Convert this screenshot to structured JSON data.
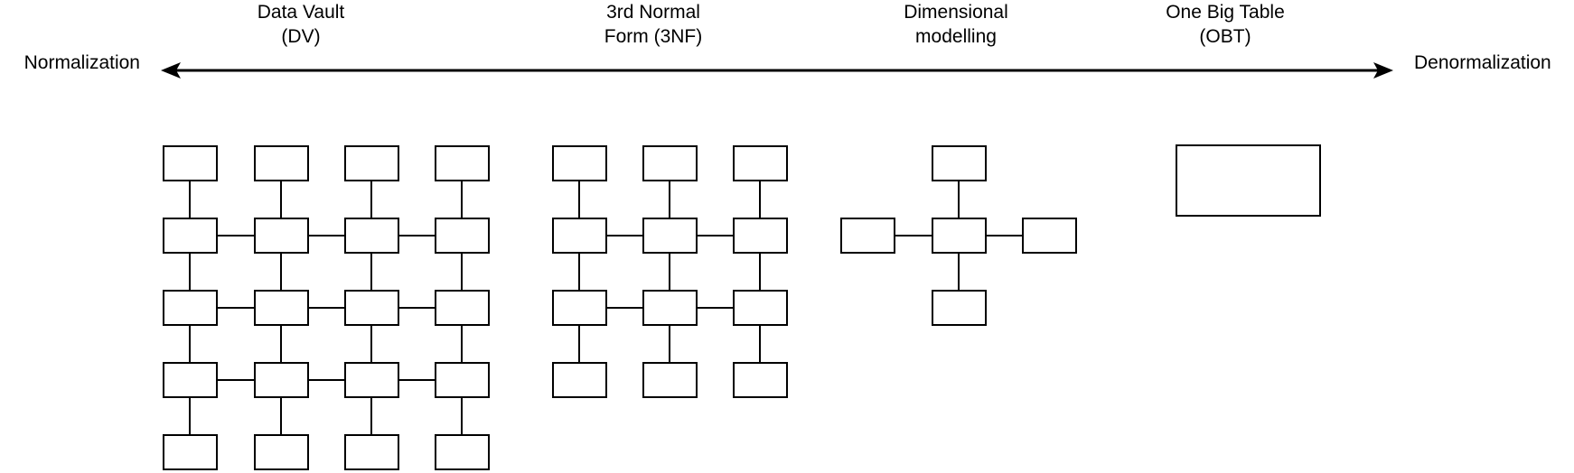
{
  "axis": {
    "left_label": "Normalization",
    "right_label": "Denormalization"
  },
  "colors": {
    "line": "#000000",
    "box_fill": "#ffffff",
    "background": "#ffffff",
    "text": "#000000"
  },
  "models": [
    {
      "label_line1": "Data Vault",
      "label_line2": "(DV)",
      "diagram": {
        "type": "grid",
        "boxes": [
          [
            180,
            161,
            61,
            40
          ],
          [
            281,
            161,
            61,
            40
          ],
          [
            381,
            161,
            61,
            40
          ],
          [
            481,
            161,
            61,
            40
          ],
          [
            180,
            241,
            61,
            40
          ],
          [
            281,
            241,
            61,
            40
          ],
          [
            381,
            241,
            61,
            40
          ],
          [
            481,
            241,
            61,
            40
          ],
          [
            180,
            321,
            61,
            40
          ],
          [
            281,
            321,
            61,
            40
          ],
          [
            381,
            321,
            61,
            40
          ],
          [
            481,
            321,
            61,
            40
          ],
          [
            180,
            401,
            61,
            40
          ],
          [
            281,
            401,
            61,
            40
          ],
          [
            381,
            401,
            61,
            40
          ],
          [
            481,
            401,
            61,
            40
          ],
          [
            180,
            481,
            61,
            40
          ],
          [
            281,
            481,
            61,
            40
          ],
          [
            381,
            481,
            61,
            40
          ],
          [
            481,
            481,
            61,
            40
          ]
        ],
        "lines": [
          [
            210,
            201,
            210,
            241
          ],
          [
            311,
            201,
            311,
            241
          ],
          [
            411,
            201,
            411,
            241
          ],
          [
            511,
            201,
            511,
            241
          ],
          [
            210,
            281,
            210,
            321
          ],
          [
            311,
            281,
            311,
            321
          ],
          [
            411,
            281,
            411,
            321
          ],
          [
            511,
            281,
            511,
            321
          ],
          [
            210,
            361,
            210,
            401
          ],
          [
            311,
            361,
            311,
            401
          ],
          [
            411,
            361,
            411,
            401
          ],
          [
            511,
            361,
            511,
            401
          ],
          [
            210,
            441,
            210,
            481
          ],
          [
            311,
            441,
            311,
            481
          ],
          [
            411,
            441,
            411,
            481
          ],
          [
            511,
            441,
            511,
            481
          ],
          [
            241,
            261,
            281,
            261
          ],
          [
            342,
            261,
            381,
            261
          ],
          [
            442,
            261,
            481,
            261
          ],
          [
            241,
            341,
            281,
            341
          ],
          [
            342,
            341,
            381,
            341
          ],
          [
            442,
            341,
            481,
            341
          ],
          [
            241,
            421,
            281,
            421
          ],
          [
            342,
            421,
            381,
            421
          ],
          [
            442,
            421,
            481,
            421
          ]
        ]
      }
    },
    {
      "label_line1": "3rd Normal",
      "label_line2": "Form (3NF)",
      "diagram": {
        "type": "grid",
        "boxes": [
          [
            611,
            161,
            61,
            40
          ],
          [
            711,
            161,
            61,
            40
          ],
          [
            811,
            161,
            61,
            40
          ],
          [
            611,
            241,
            61,
            40
          ],
          [
            711,
            241,
            61,
            40
          ],
          [
            811,
            241,
            61,
            40
          ],
          [
            611,
            321,
            61,
            40
          ],
          [
            711,
            321,
            61,
            40
          ],
          [
            811,
            321,
            61,
            40
          ],
          [
            611,
            401,
            61,
            40
          ],
          [
            711,
            401,
            61,
            40
          ],
          [
            811,
            401,
            61,
            40
          ]
        ],
        "lines": [
          [
            641,
            201,
            641,
            241
          ],
          [
            741,
            201,
            741,
            241
          ],
          [
            841,
            201,
            841,
            241
          ],
          [
            641,
            281,
            641,
            321
          ],
          [
            741,
            281,
            741,
            321
          ],
          [
            841,
            281,
            841,
            321
          ],
          [
            641,
            361,
            641,
            401
          ],
          [
            741,
            361,
            741,
            401
          ],
          [
            841,
            361,
            841,
            401
          ],
          [
            672,
            261,
            711,
            261
          ],
          [
            772,
            261,
            811,
            261
          ],
          [
            672,
            341,
            711,
            341
          ],
          [
            772,
            341,
            811,
            341
          ]
        ]
      }
    },
    {
      "label_line1": "Dimensional",
      "label_line2": "modelling",
      "diagram": {
        "type": "star",
        "boxes": [
          [
            1031,
            161,
            61,
            40
          ],
          [
            930,
            241,
            61,
            40
          ],
          [
            1031,
            241,
            61,
            40
          ],
          [
            1131,
            241,
            61,
            40
          ],
          [
            1031,
            321,
            61,
            40
          ]
        ],
        "lines": [
          [
            1061,
            201,
            1061,
            241
          ],
          [
            1061,
            281,
            1061,
            321
          ],
          [
            991,
            261,
            1031,
            261
          ],
          [
            1092,
            261,
            1131,
            261
          ]
        ]
      }
    },
    {
      "label_line1": "One Big Table",
      "label_line2": "(OBT)",
      "diagram": {
        "type": "single",
        "boxes": [
          [
            1301,
            160,
            161,
            80
          ]
        ],
        "lines": []
      }
    }
  ]
}
